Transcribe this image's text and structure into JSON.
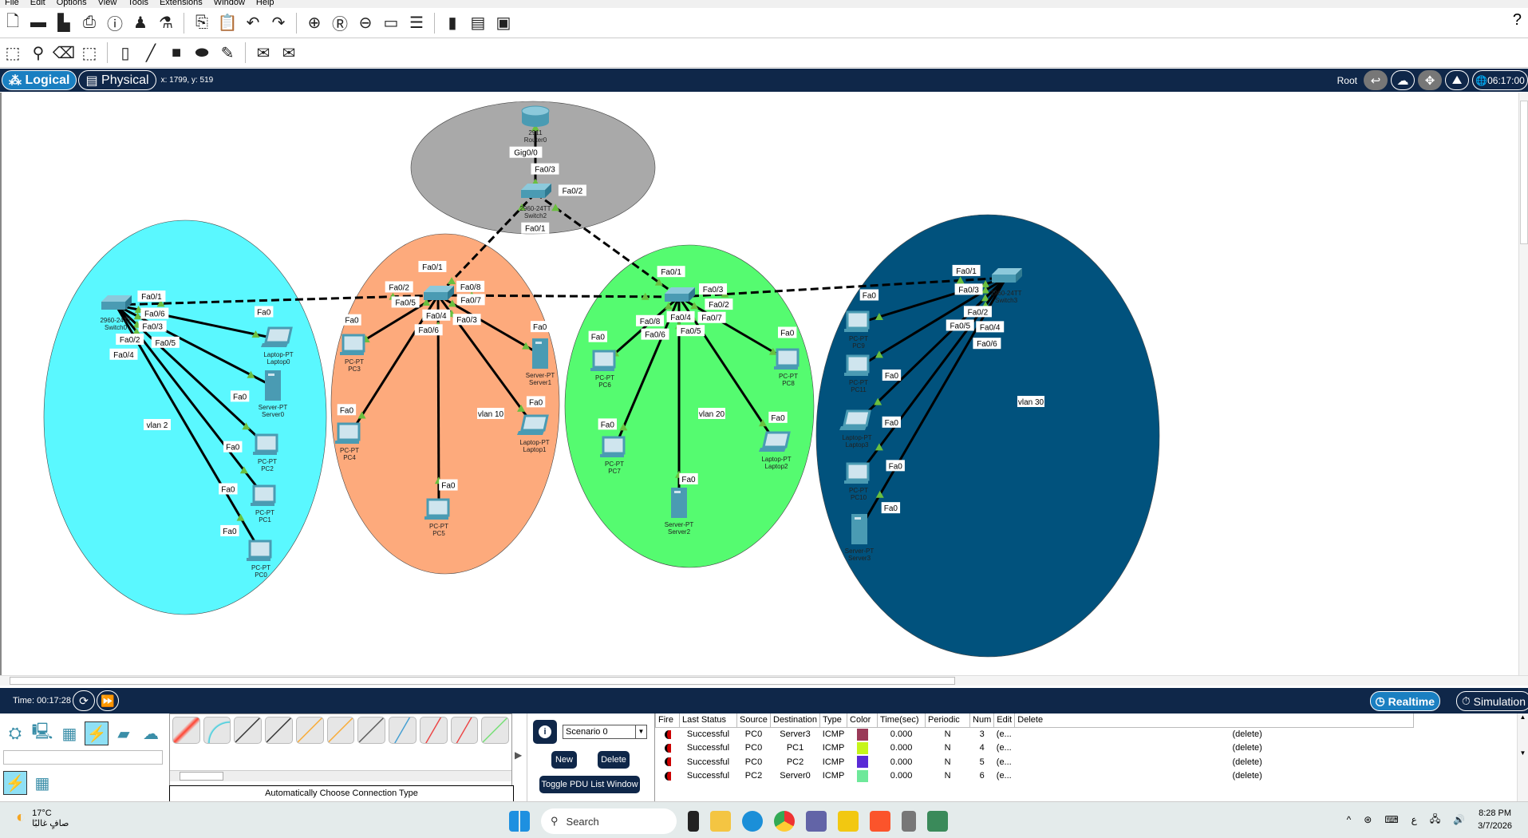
{
  "menu": [
    "File",
    "Edit",
    "Options",
    "View",
    "Tools",
    "Extensions",
    "Window",
    "Help"
  ],
  "toolbar1": [
    "new-file",
    "open-folder",
    "save",
    "print",
    "info",
    "activity-wizard",
    "custom-device",
    "copy",
    "paste",
    "undo",
    "redo",
    "zoom-in",
    "zoom-reset",
    "zoom-out",
    "drawing-palette",
    "custom-devices-dialog",
    "viewport",
    "cluster",
    "image"
  ],
  "toolbar2": [
    "select",
    "inspect",
    "delete",
    "resize-shape",
    "place-note",
    "draw-line",
    "draw-rectangle",
    "draw-ellipse",
    "draw-freeform",
    "add-simple-pdu",
    "add-complex-pdu"
  ],
  "help_label": "?",
  "nav": {
    "logical": "Logical",
    "physical": "Physical",
    "coords": "x: 1799, y: 519",
    "root": "Root",
    "clock": "06:17:00"
  },
  "colors": {
    "gray": "#a9a9a9",
    "cyan": "#5af8ff",
    "orange": "#fdaa7c",
    "green": "#55fb70",
    "blue": "#01527d",
    "navy": "#0f2749",
    "accent": "#1a7fc1",
    "link_tri": "#6abf3f"
  },
  "zones": [
    {
      "id": "core",
      "label": "",
      "color": "#a9a9a9"
    },
    {
      "id": "vlan2",
      "label": "vlan 2",
      "color": "#5af8ff"
    },
    {
      "id": "vlan10",
      "label": "vlan 10",
      "color": "#fdaa7c"
    },
    {
      "id": "vlan20",
      "label": "vlan 20",
      "color": "#55fb70"
    },
    {
      "id": "vlan30",
      "label": "vlan 30",
      "color": "#01527d"
    }
  ],
  "devices": [
    {
      "id": "router0",
      "kind": "router",
      "model": "2911",
      "name": "Router0"
    },
    {
      "id": "switch2",
      "kind": "switch",
      "model": "2960-24TT",
      "name": "Switch2"
    },
    {
      "id": "swc",
      "kind": "switch",
      "model": "2960-24TT",
      "name": "Switch0"
    },
    {
      "id": "laptop0",
      "kind": "laptop",
      "model": "Laptop-PT",
      "name": "Laptop0"
    },
    {
      "id": "server0",
      "kind": "server",
      "model": "Server-PT",
      "name": "Server0"
    },
    {
      "id": "pc2",
      "kind": "pc",
      "model": "PC-PT",
      "name": "PC2"
    },
    {
      "id": "pc1",
      "kind": "pc",
      "model": "PC-PT",
      "name": "PC1"
    },
    {
      "id": "pc0",
      "kind": "pc",
      "model": "PC-PT",
      "name": "PC0"
    },
    {
      "id": "swo",
      "kind": "switch",
      "model": "",
      "name": ""
    },
    {
      "id": "pc3",
      "kind": "pc",
      "model": "PC-PT",
      "name": "PC3"
    },
    {
      "id": "pc4",
      "kind": "pc",
      "model": "PC-PT",
      "name": "PC4"
    },
    {
      "id": "pc5",
      "kind": "pc",
      "model": "PC-PT",
      "name": "PC5"
    },
    {
      "id": "server1",
      "kind": "server",
      "model": "Server-PT",
      "name": "Server1"
    },
    {
      "id": "laptop1",
      "kind": "laptop",
      "model": "Laptop-PT",
      "name": "Laptop1"
    },
    {
      "id": "swg",
      "kind": "switch",
      "model": "",
      "name": ""
    },
    {
      "id": "pc6",
      "kind": "pc",
      "model": "PC-PT",
      "name": "PC6"
    },
    {
      "id": "pc7",
      "kind": "pc",
      "model": "PC-PT",
      "name": "PC7"
    },
    {
      "id": "server2",
      "kind": "server",
      "model": "Server-PT",
      "name": "Server2"
    },
    {
      "id": "pc8",
      "kind": "pc",
      "model": "PC-PT",
      "name": "PC8"
    },
    {
      "id": "laptop2",
      "kind": "laptop",
      "model": "Laptop-PT",
      "name": "Laptop2"
    },
    {
      "id": "swb",
      "kind": "switch",
      "model": "2960-24TT",
      "name": "Switch3"
    },
    {
      "id": "pc9",
      "kind": "pc",
      "model": "PC-PT",
      "name": "PC9"
    },
    {
      "id": "pc11",
      "kind": "pc",
      "model": "PC-PT",
      "name": "PC11"
    },
    {
      "id": "laptop3",
      "kind": "laptop",
      "model": "Laptop-PT",
      "name": "Laptop3"
    },
    {
      "id": "pc10",
      "kind": "pc",
      "model": "PC-PT",
      "name": "PC10"
    },
    {
      "id": "server3",
      "kind": "server",
      "model": "Server-PT",
      "name": "Server3"
    }
  ],
  "links": [
    {
      "a": "router0",
      "b": "switch2",
      "pa": "Gig0/0",
      "pb": "Fa0/3",
      "style": "solid"
    },
    {
      "a": "switch2",
      "b": "swo",
      "pa": "Fa0/1",
      "pb": "Fa0/1",
      "style": "dashed"
    },
    {
      "a": "switch2",
      "b": "swg",
      "pa": "Fa0/2",
      "pb": "Fa0/1",
      "style": "dashed"
    },
    {
      "a": "swc",
      "b": "swo",
      "pa": "Fa0/6",
      "pb": "Fa0/2",
      "style": "dashed"
    },
    {
      "a": "swo",
      "b": "swg",
      "pa": "Fa0/3",
      "pb": "Fa0/8",
      "style": "dashed"
    },
    {
      "a": "swg",
      "b": "swb",
      "pa": "Fa0/2",
      "pb": "Fa0/1",
      "style": "dashed"
    },
    {
      "a": "swc",
      "b": "laptop0",
      "pa": "Fa0/1",
      "pb": "Fa0",
      "style": "solid"
    },
    {
      "a": "swc",
      "b": "server0",
      "pa": "Fa0/2",
      "pb": "Fa0",
      "style": "solid"
    },
    {
      "a": "swc",
      "b": "pc2",
      "pa": "Fa0/3",
      "pb": "Fa0",
      "style": "solid"
    },
    {
      "a": "swc",
      "b": "pc1",
      "pa": "Fa0/4",
      "pb": "Fa0",
      "style": "solid"
    },
    {
      "a": "swc",
      "b": "pc0",
      "pa": "Fa0/5",
      "pb": "Fa0",
      "style": "solid"
    },
    {
      "a": "swo",
      "b": "pc3",
      "pa": "Fa0/4",
      "pb": "Fa0",
      "style": "solid"
    },
    {
      "a": "swo",
      "b": "pc4",
      "pa": "Fa0/5",
      "pb": "Fa0",
      "style": "solid"
    },
    {
      "a": "swo",
      "b": "pc5",
      "pa": "Fa0/6",
      "pb": "Fa0",
      "style": "solid"
    },
    {
      "a": "swo",
      "b": "laptop1",
      "pa": "Fa0/7",
      "pb": "Fa0",
      "style": "solid"
    },
    {
      "a": "swo",
      "b": "server1",
      "pa": "Fa0/8",
      "pb": "Fa0",
      "style": "solid"
    },
    {
      "a": "swg",
      "b": "pc6",
      "pa": "Fa0/4",
      "pb": "Fa0",
      "style": "solid"
    },
    {
      "a": "swg",
      "b": "pc7",
      "pa": "Fa0/5",
      "pb": "Fa0",
      "style": "solid"
    },
    {
      "a": "swg",
      "b": "server2",
      "pa": "Fa0/6",
      "pb": "Fa0",
      "style": "solid"
    },
    {
      "a": "swg",
      "b": "laptop2",
      "pa": "Fa0/7",
      "pb": "Fa0",
      "style": "solid"
    },
    {
      "a": "swg",
      "b": "pc8",
      "pa": "Fa0/3",
      "pb": "Fa0",
      "style": "solid"
    },
    {
      "a": "swb",
      "b": "pc9",
      "pa": "Fa0/2",
      "pb": "Fa0",
      "style": "solid"
    },
    {
      "a": "swb",
      "b": "pc11",
      "pa": "Fa0/3",
      "pb": "Fa0",
      "style": "solid"
    },
    {
      "a": "swb",
      "b": "laptop3",
      "pa": "Fa0/4",
      "pb": "Fa0",
      "style": "solid"
    },
    {
      "a": "swb",
      "b": "pc10",
      "pa": "Fa0/6",
      "pb": "Fa0",
      "style": "solid"
    },
    {
      "a": "swb",
      "b": "server3",
      "pa": "Fa0/5",
      "pb": "Fa0",
      "style": "solid"
    }
  ],
  "timebar": {
    "time": "Time: 00:17:28",
    "realtime": "Realtime",
    "simulation": "Simulation"
  },
  "connections": {
    "description": "Automatically Choose Connection Type"
  },
  "scenario": {
    "selected": "Scenario 0",
    "new": "New",
    "delete": "Delete",
    "toggle": "Toggle PDU List Window"
  },
  "pdu": {
    "headers": [
      "Fire",
      "Last Status",
      "Source",
      "Destination",
      "Type",
      "Color",
      "Time(sec)",
      "Periodic",
      "Num",
      "Edit",
      "Delete"
    ],
    "rows": [
      {
        "status": "Successful",
        "source": "PC0",
        "dest": "Server3",
        "type": "ICMP",
        "color": "#9a3a58",
        "time": "0.000",
        "periodic": "N",
        "num": "3",
        "edit": "(e...",
        "delete": "(delete)"
      },
      {
        "status": "Successful",
        "source": "PC0",
        "dest": "PC1",
        "type": "ICMP",
        "color": "#c6f51a",
        "time": "0.000",
        "periodic": "N",
        "num": "4",
        "edit": "(e...",
        "delete": "(delete)"
      },
      {
        "status": "Successful",
        "source": "PC0",
        "dest": "PC2",
        "type": "ICMP",
        "color": "#5a2ad6",
        "time": "0.000",
        "periodic": "N",
        "num": "5",
        "edit": "(e...",
        "delete": "(delete)"
      },
      {
        "status": "Successful",
        "source": "PC2",
        "dest": "Server0",
        "type": "ICMP",
        "color": "#6ee89a",
        "time": "0.000",
        "periodic": "N",
        "num": "6",
        "edit": "(e...",
        "delete": "(delete)"
      }
    ]
  },
  "taskbar": {
    "temp": "17°C",
    "weather": "صافٍ غالبًا",
    "search": "Search",
    "time": "8:28 PM",
    "date": "3/7/2026",
    "lang": "ع"
  }
}
